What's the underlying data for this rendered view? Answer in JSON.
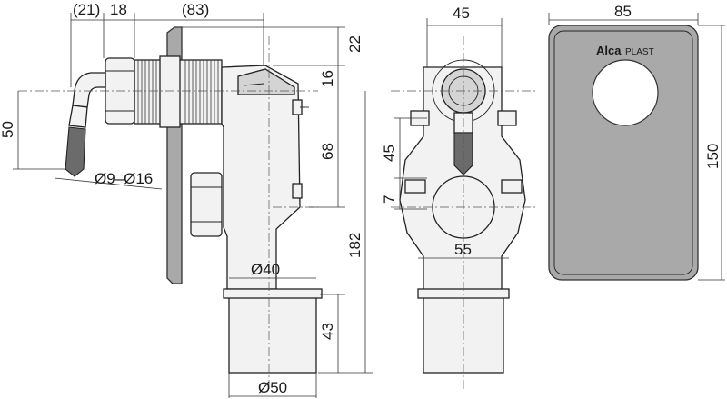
{
  "dimensions": {
    "side_top_left": "(21)",
    "side_top_mid": "18",
    "side_top_right": "(83)",
    "side_right_top": "22",
    "side_right_16": "16",
    "side_left_50": "50",
    "side_right_68": "68",
    "side_right_182": "182",
    "side_right_43": "43",
    "hose_range": "Ø9–Ø16",
    "side_outlet_40": "Ø40",
    "side_outlet_50": "Ø50",
    "front_top_45": "45",
    "front_left_45": "45",
    "front_left_7": "7",
    "front_bottom_55": "55",
    "cover_width_85": "85",
    "cover_height_150": "150"
  },
  "logo": {
    "brand": "Alca",
    "suffix": "PLAST"
  },
  "colors": {
    "cover_plate": "#a9a9a9",
    "hose_tip": "#6b6b6b",
    "body": "#f2f2f2"
  }
}
